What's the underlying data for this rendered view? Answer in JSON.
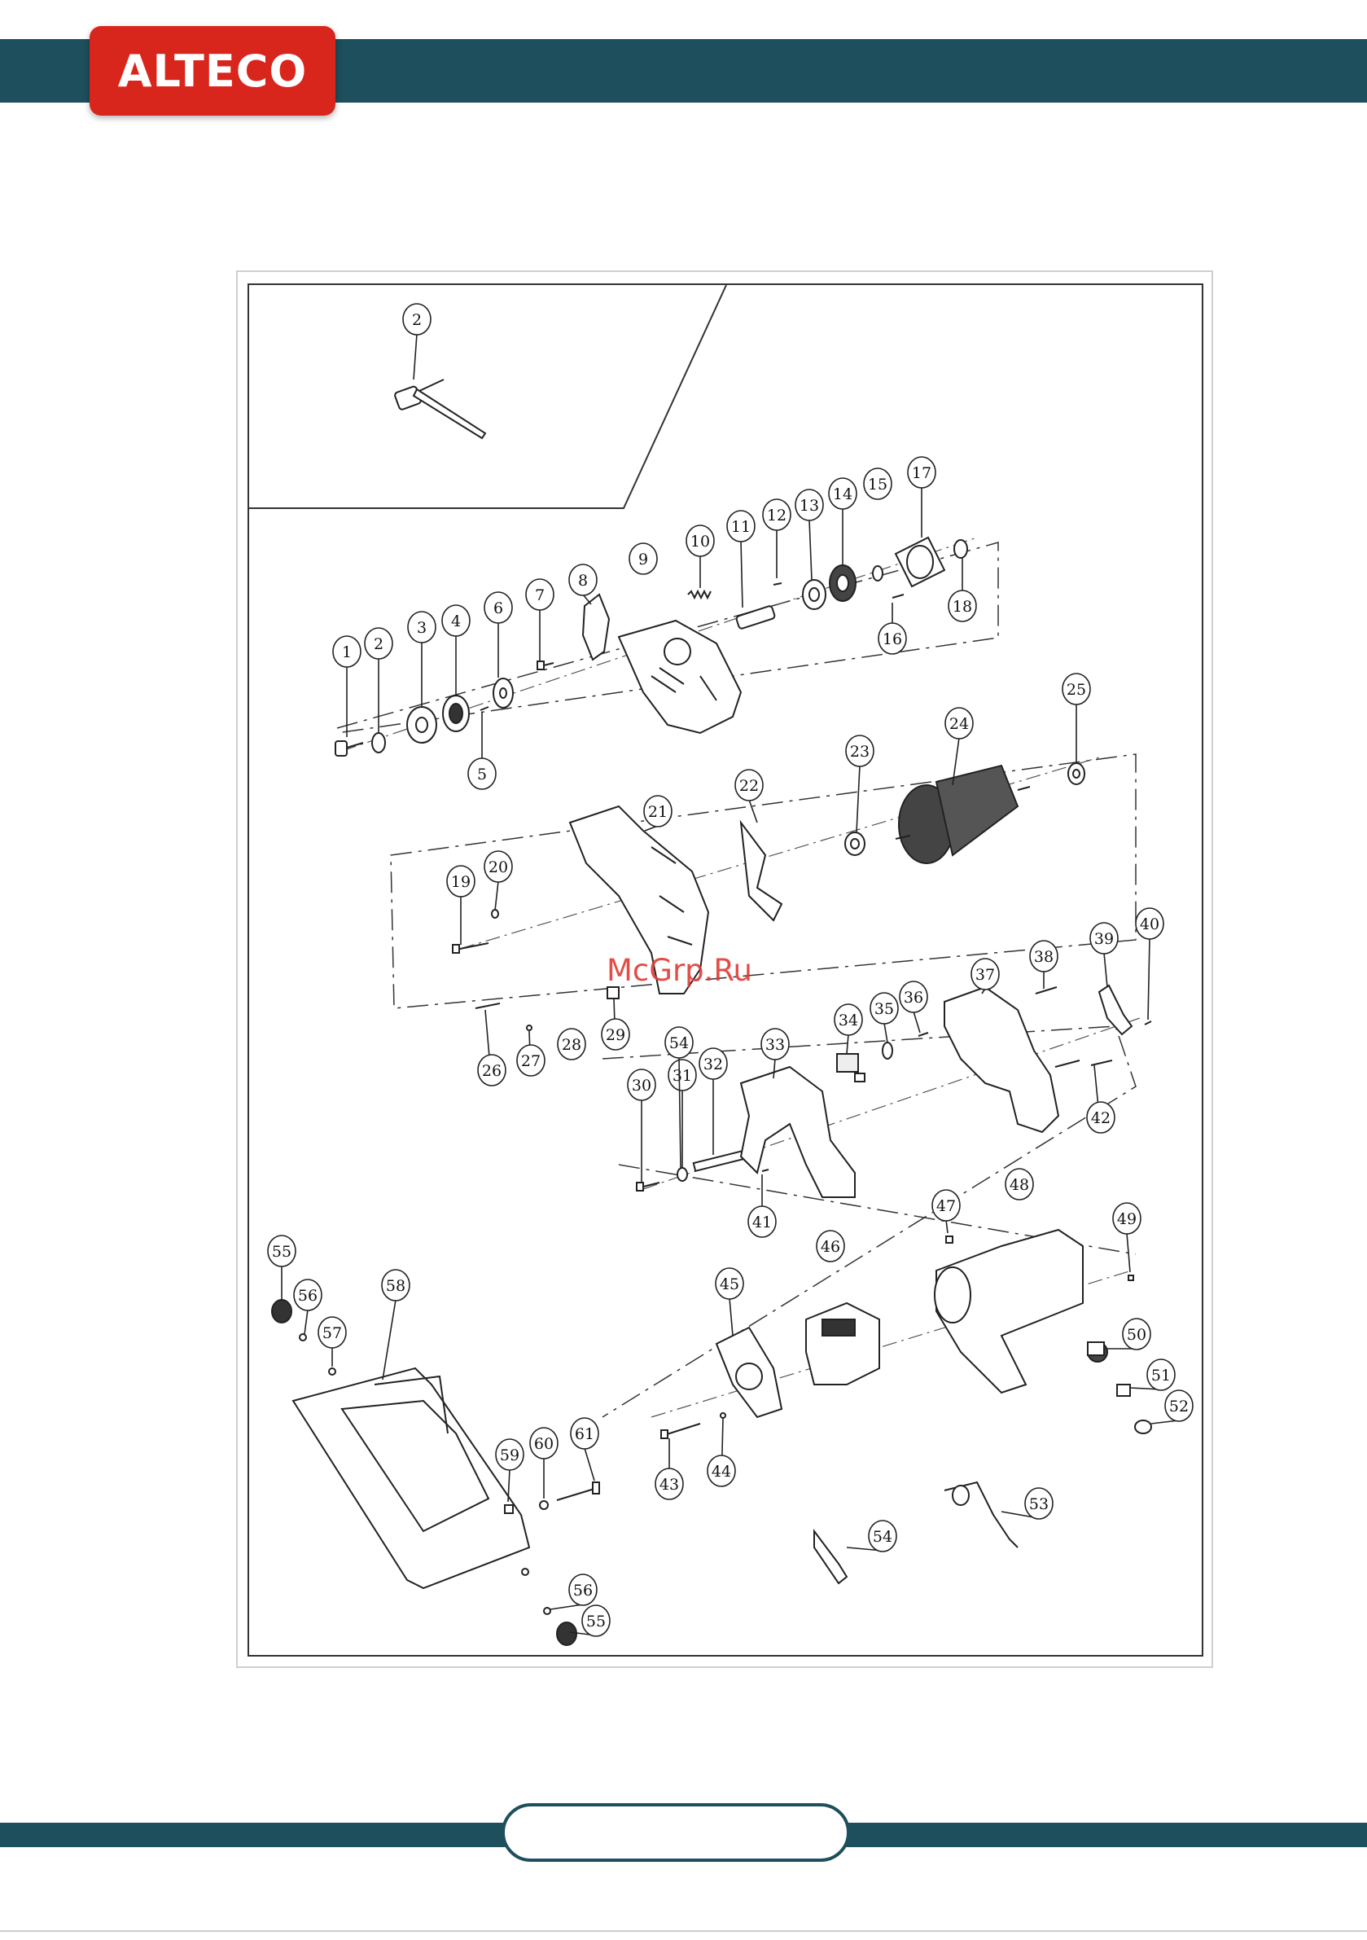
{
  "brand": {
    "logo_text": "ALTECO",
    "logo_color": "#d9261c",
    "bar_color": "#1d4f5c"
  },
  "watermark": "McGrp.Ru",
  "page_number": "",
  "parts": [
    {
      "n": "1",
      "icon": "bolt-icon"
    },
    {
      "n": "2",
      "icon": "washer-icon"
    },
    {
      "n": "3",
      "icon": "outer-flange-icon"
    },
    {
      "n": "4",
      "icon": "inner-flange-icon"
    },
    {
      "n": "5",
      "icon": "pin-icon"
    },
    {
      "n": "6",
      "icon": "washer-icon"
    },
    {
      "n": "7",
      "icon": "screw-icon"
    },
    {
      "n": "8",
      "icon": "lever-icon"
    },
    {
      "n": "9",
      "icon": "blade-guard-icon"
    },
    {
      "n": "10",
      "icon": "spring-icon"
    },
    {
      "n": "11",
      "icon": "spindle-icon"
    },
    {
      "n": "12",
      "icon": "key-icon"
    },
    {
      "n": "13",
      "icon": "bearing-icon"
    },
    {
      "n": "14",
      "icon": "gear-icon"
    },
    {
      "n": "15",
      "icon": "circlip-icon"
    },
    {
      "n": "16",
      "icon": "screw-icon"
    },
    {
      "n": "17",
      "icon": "gear-housing-icon"
    },
    {
      "n": "18",
      "icon": "bearing-icon"
    },
    {
      "n": "19",
      "icon": "screw-icon"
    },
    {
      "n": "20",
      "icon": "washer-icon"
    },
    {
      "n": "21",
      "icon": "upper-guard-icon"
    },
    {
      "n": "22",
      "icon": "fan-icon"
    },
    {
      "n": "23",
      "icon": "bearing-icon"
    },
    {
      "n": "24",
      "icon": "armature-icon"
    },
    {
      "n": "25",
      "icon": "bearing-icon"
    },
    {
      "n": "26",
      "icon": "screw-icon"
    },
    {
      "n": "27",
      "icon": "washer-icon"
    },
    {
      "n": "28",
      "icon": "screw-icon"
    },
    {
      "n": "29",
      "icon": "nut-icon"
    },
    {
      "n": "30",
      "icon": "screw-icon"
    },
    {
      "n": "31",
      "icon": "rod-icon"
    },
    {
      "n": "32",
      "icon": "front-handle-icon"
    },
    {
      "n": "33",
      "icon": "switch-icon"
    },
    {
      "n": "34",
      "icon": "lock-button-icon"
    },
    {
      "n": "35",
      "icon": "screw-icon"
    },
    {
      "n": "36",
      "icon": "handle-half-icon"
    },
    {
      "n": "37",
      "icon": "screw-icon"
    },
    {
      "n": "38",
      "icon": "trigger-icon"
    },
    {
      "n": "39",
      "icon": "screw-icon"
    },
    {
      "n": "40",
      "icon": "screw-icon"
    },
    {
      "n": "41",
      "icon": "screw-icon"
    },
    {
      "n": "42",
      "icon": "screw-icon"
    },
    {
      "n": "43",
      "icon": "washer-icon"
    },
    {
      "n": "44",
      "icon": "baffle-icon"
    },
    {
      "n": "45",
      "icon": "stator-icon"
    },
    {
      "n": "46",
      "icon": "screw-icon"
    },
    {
      "n": "47",
      "icon": "motor-housing-icon"
    },
    {
      "n": "48",
      "icon": "screw-icon"
    },
    {
      "n": "49",
      "icon": "brush-holder-icon"
    },
    {
      "n": "50",
      "icon": "carbon-brush-icon"
    },
    {
      "n": "51",
      "icon": "brush-cap-icon"
    },
    {
      "n": "52",
      "icon": "cord-icon"
    },
    {
      "n": "53",
      "icon": "cord-guard-icon"
    },
    {
      "n": "54",
      "icon": "knob-icon"
    },
    {
      "n": "55",
      "icon": "washer-icon"
    },
    {
      "n": "56",
      "icon": "washer-icon"
    },
    {
      "n": "57",
      "icon": "base-plate-icon"
    },
    {
      "n": "58",
      "icon": "screw-icon"
    },
    {
      "n": "59",
      "icon": "washer-icon"
    },
    {
      "n": "60",
      "icon": "bolt-icon"
    },
    {
      "n": "61",
      "icon": "wrench-icon"
    },
    {
      "n": "2",
      "icon": "washer-icon"
    },
    {
      "n": "54",
      "icon": "knob-icon"
    },
    {
      "n": "55",
      "icon": "washer-icon"
    },
    {
      "n": "56",
      "icon": "washer-icon"
    }
  ]
}
